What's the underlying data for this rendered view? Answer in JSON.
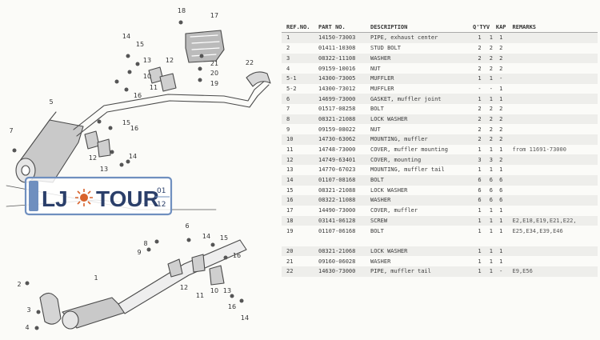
{
  "diagram": {
    "callouts": [
      "18",
      "17",
      "15",
      "14",
      "13",
      "21",
      "20",
      "19",
      "22",
      "12",
      "11",
      "16",
      "10",
      "5",
      "7",
      "9",
      "8",
      "3",
      "4",
      "1",
      "2",
      "6"
    ]
  },
  "logo": {
    "brand_left": "LJ",
    "brand_right": "TOUR",
    "plate_top": "01",
    "plate_bottom": "12",
    "colors": {
      "frame": "#6f8fbf",
      "text": "#2b3f6a",
      "accent": "#d8622b"
    }
  },
  "table": {
    "headers": {
      "ref": "REF.NO.",
      "part": "PART NO.",
      "desc": "DESCRIPTION",
      "qty1": "Q'TY",
      "qty2": "V",
      "qty3": "KAP",
      "remarks": "REMARKS"
    },
    "rows": [
      {
        "ref": "1",
        "part": "14150-73003",
        "desc": "PIPE, exhaust center",
        "q1": "1",
        "q2": "1",
        "q3": "1",
        "rem": ""
      },
      {
        "ref": "2",
        "part": "01411-10308",
        "desc": "STUD BOLT",
        "q1": "2",
        "q2": "2",
        "q3": "2",
        "rem": ""
      },
      {
        "ref": "3",
        "part": "08322-11108",
        "desc": "WASHER",
        "q1": "2",
        "q2": "2",
        "q3": "2",
        "rem": ""
      },
      {
        "ref": "4",
        "part": "09159-10016",
        "desc": "NUT",
        "q1": "2",
        "q2": "2",
        "q3": "2",
        "rem": ""
      },
      {
        "ref": "5-1",
        "part": "14300-73005",
        "desc": "MUFFLER",
        "q1": "1",
        "q2": "1",
        "q3": "-",
        "rem": ""
      },
      {
        "ref": "5-2",
        "part": "14300-73012",
        "desc": "MUFFLER",
        "q1": "-",
        "q2": "-",
        "q3": "1",
        "rem": ""
      },
      {
        "ref": "6",
        "part": "14699-73000",
        "desc": "GASKET, muffler joint",
        "q1": "1",
        "q2": "1",
        "q3": "1",
        "rem": ""
      },
      {
        "ref": "7",
        "part": "01517-08258",
        "desc": "BOLT",
        "q1": "2",
        "q2": "2",
        "q3": "2",
        "rem": ""
      },
      {
        "ref": "8",
        "part": "08321-21088",
        "desc": "LOCK WASHER",
        "q1": "2",
        "q2": "2",
        "q3": "2",
        "rem": ""
      },
      {
        "ref": "9",
        "part": "09159-08022",
        "desc": "NUT",
        "q1": "2",
        "q2": "2",
        "q3": "2",
        "rem": ""
      },
      {
        "ref": "10",
        "part": "14730-63062",
        "desc": "MOUNTING, muffler",
        "q1": "2",
        "q2": "2",
        "q3": "2",
        "rem": ""
      },
      {
        "ref": "11",
        "part": "14748-73000",
        "desc": "COVER, muffler mounting",
        "q1": "1",
        "q2": "1",
        "q3": "1",
        "rem": "from 11691-73000"
      },
      {
        "ref": "12",
        "part": "14749-63401",
        "desc": "COVER, mounting",
        "q1": "3",
        "q2": "3",
        "q3": "2",
        "rem": ""
      },
      {
        "ref": "13",
        "part": "14770-67023",
        "desc": "MOUNTING, muffler tail",
        "q1": "1",
        "q2": "1",
        "q3": "1",
        "rem": ""
      },
      {
        "ref": "14",
        "part": "01107-08168",
        "desc": "BOLT",
        "q1": "6",
        "q2": "6",
        "q3": "6",
        "rem": ""
      },
      {
        "ref": "15",
        "part": "08321-21088",
        "desc": "LOCK WASHER",
        "q1": "6",
        "q2": "6",
        "q3": "6",
        "rem": ""
      },
      {
        "ref": "16",
        "part": "08322-11088",
        "desc": "WASHER",
        "q1": "6",
        "q2": "6",
        "q3": "6",
        "rem": ""
      },
      {
        "ref": "17",
        "part": "14490-73000",
        "desc": "COVER, muffler",
        "q1": "1",
        "q2": "1",
        "q3": "1",
        "rem": ""
      },
      {
        "ref": "18",
        "part": "03141-06128",
        "desc": "SCREW",
        "q1": "1",
        "q2": "1",
        "q3": "1",
        "rem": "E2,E18,E19,E21,E22,"
      },
      {
        "ref": "19",
        "part": "01107-06168",
        "desc": "BOLT",
        "q1": "1",
        "q2": "1",
        "q3": "1",
        "rem": "E25,E34,E39,E46"
      },
      {
        "ref": "20",
        "part": "08321-21068",
        "desc": "LOCK WASHER",
        "q1": "1",
        "q2": "1",
        "q3": "1",
        "rem": "",
        "gap_before": true
      },
      {
        "ref": "21",
        "part": "09160-06028",
        "desc": "WASHER",
        "q1": "1",
        "q2": "1",
        "q3": "1",
        "rem": ""
      },
      {
        "ref": "22",
        "part": "14630-73000",
        "desc": "PIPE, muffler tail",
        "q1": "1",
        "q2": "1",
        "q3": "-",
        "rem": "E9,E56"
      }
    ]
  }
}
